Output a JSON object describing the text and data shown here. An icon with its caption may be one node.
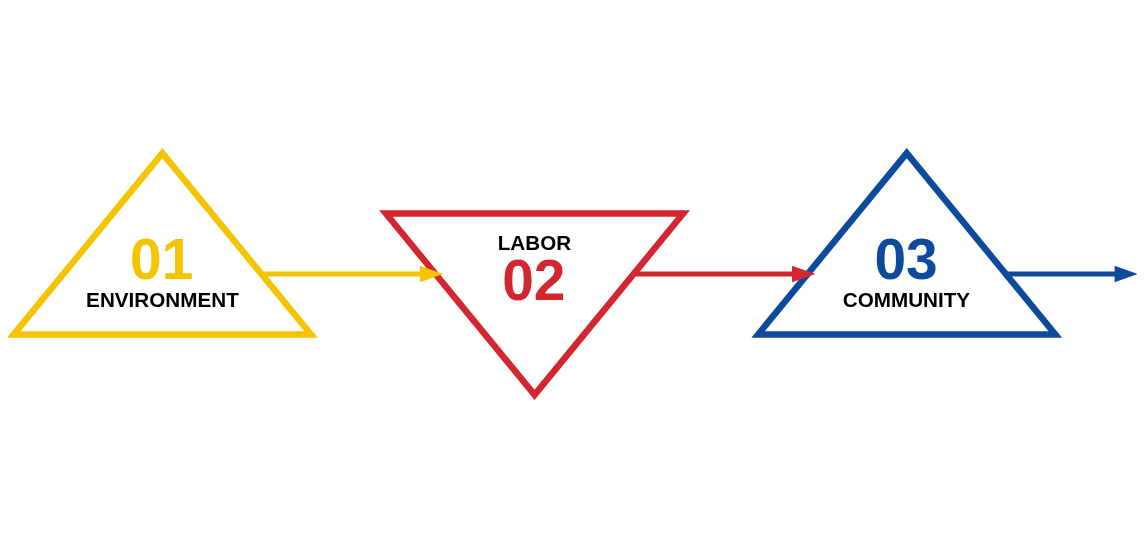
{
  "diagram": {
    "nodes": [
      {
        "text": [
          "01",
          "ENVIRONMENT"
        ]
      },
      {
        "text": [
          "LABOR",
          "02"
        ]
      },
      {
        "text": [
          "03",
          "COMMUNITY"
        ]
      }
    ],
    "edges": [
      {
        "from": 0,
        "to": 1,
        "arrow": "to",
        "color": "#f5c400"
      },
      {
        "from": 1,
        "to": 2,
        "arrow": "to",
        "color": "#d3262f"
      },
      {
        "from": 2,
        "to": null,
        "arrow": "to",
        "color": "#0d4a9c"
      }
    ]
  }
}
